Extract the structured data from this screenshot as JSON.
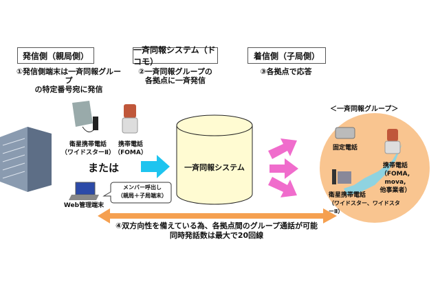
{
  "headers": {
    "sender": "発信側（親局側）",
    "system": "一斉同報システム（ドコモ）",
    "receiver": "着信側（子局側）"
  },
  "steps": {
    "step1_line1": "①発信側端末は一斉同報グループ",
    "step1_line2": "の特定番号宛に発信",
    "step2_line1": "②一斉同報グループの",
    "step2_line2": "各拠点に一斉発信",
    "step3": "③各拠点で応答"
  },
  "sender": {
    "sat_phone": "衛星携帯電話",
    "sat_phone_model": "（ワイドスターⅡ）",
    "mobile": "携帯電話",
    "mobile_model": "（FOMA）",
    "or": "または",
    "web_terminal": "Web管理端末",
    "bubble_line1": "メンバー呼出し",
    "bubble_line2": "（親局＋子局端末）"
  },
  "system_label": "一斉同報システム",
  "group": {
    "title": "＜一斉同報グループ＞",
    "fixed": "固定電話",
    "mobile": "携帯電話",
    "mobile_detail1": "（FOMA, mova,",
    "mobile_detail2": "他事業者）",
    "sat": "衛星携帯電話",
    "sat_detail": "（ワイドスター、ワイドスターⅡ）"
  },
  "bottom": {
    "line1": "④双方向性を備えている為、各拠点間のグループ通話が可能",
    "line2": "同時発話数は最大で20回線"
  },
  "colors": {
    "cyan": "#1ec4ef",
    "pink": "#f06ccc",
    "orange": "#f5a050",
    "cylinder": "#fffbd2",
    "circle": "#f9c590"
  }
}
